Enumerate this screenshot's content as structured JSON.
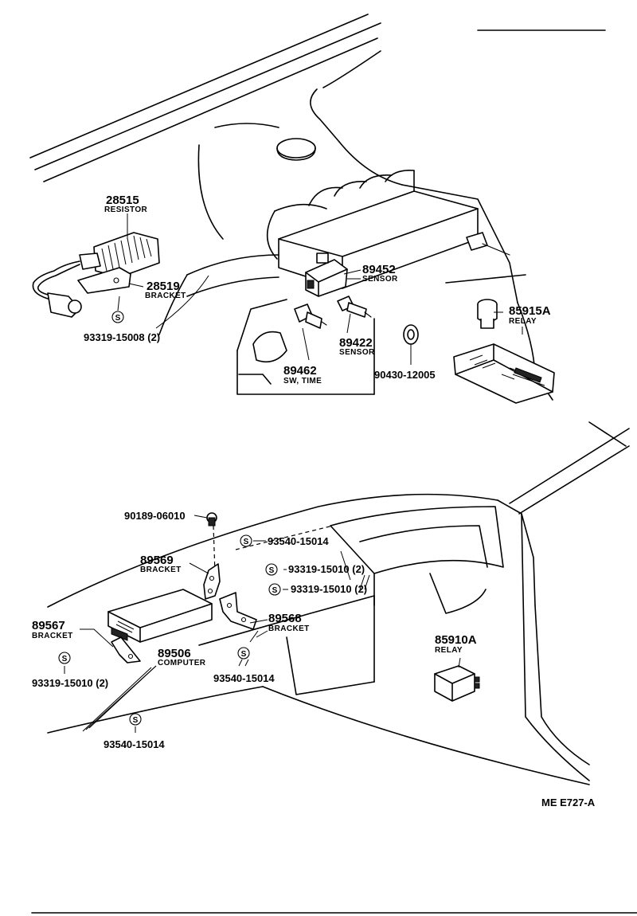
{
  "diagram_code": "ME E727-A",
  "washer_symbol": "S",
  "parts": {
    "resistor": {
      "number": "28515",
      "name": "RESISTOR"
    },
    "bracket_28519": {
      "number": "28519",
      "name": "BRACKET"
    },
    "screw_93319_15008": {
      "number": "93319-15008 (2)"
    },
    "sensor_89452": {
      "number": "89452",
      "name": "SENSOR"
    },
    "sensor_89422": {
      "number": "89422",
      "name": "SENSOR"
    },
    "sw_time": {
      "number": "89462",
      "name": "SW, TIME"
    },
    "grommet": {
      "number": "90430-12005"
    },
    "relay_85915a": {
      "number": "85915A",
      "name": "RELAY"
    },
    "bolt_90189": {
      "number": "90189-06010"
    },
    "screw_93540_top": {
      "number": "93540-15014"
    },
    "bracket_89569": {
      "number": "89569",
      "name": "BRACKET"
    },
    "screw_93319_a": {
      "number": "93319-15010 (2)"
    },
    "screw_93319_b": {
      "number": "93319-15010 (2)"
    },
    "bracket_89567": {
      "number": "89567",
      "name": "BRACKET"
    },
    "bracket_89568": {
      "number": "89568",
      "name": "BRACKET"
    },
    "computer": {
      "number": "89506",
      "name": "COMPUTER"
    },
    "screw_93319_left": {
      "number": "93319-15010 (2)"
    },
    "screw_93540_mid": {
      "number": "93540-15014"
    },
    "screw_93540_bottom": {
      "number": "93540-15014"
    },
    "relay_85910a": {
      "number": "85910A",
      "name": "RELAY"
    }
  }
}
